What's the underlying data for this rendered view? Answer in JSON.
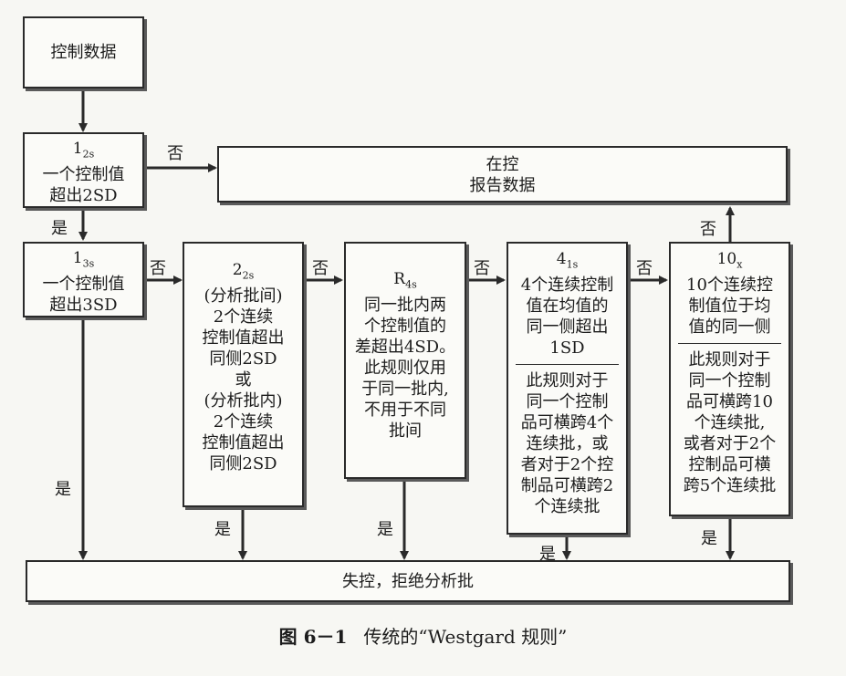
{
  "boxes": {
    "control_data": "控制数据",
    "rule_12s": {
      "code": "1",
      "sub": "2s",
      "lines": [
        "一个控制值",
        "超出2SD"
      ]
    },
    "in_control": [
      "在控",
      "报告数据"
    ],
    "rule_13s": {
      "code": "1",
      "sub": "3s",
      "lines": [
        "一个控制值",
        "超出3SD"
      ]
    },
    "rule_22s": {
      "code": "2",
      "sub": "2s",
      "lines": [
        "(分析批间)",
        "2个连续",
        "控制值超出",
        "同侧2SD",
        "或",
        "(分析批内)",
        "2个连续",
        "控制值超出",
        "同侧2SD"
      ]
    },
    "rule_r4s": {
      "code": "R",
      "sub": "4s",
      "lines": [
        "同一批内两",
        "个控制值的",
        "差超出4SD。",
        "此规则仅用",
        "于同一批内,",
        "不用于不同",
        "批间"
      ]
    },
    "rule_41s": {
      "code": "4",
      "sub": "1s",
      "lines": [
        "4个连续控制",
        "值在均值的",
        "同一侧超出",
        "1SD"
      ],
      "note": [
        "此规则对于",
        "同一个控制",
        "品可横跨4个",
        "连续批，或",
        "者对于2个控",
        "制品可横跨2",
        "个连续批"
      ]
    },
    "rule_10x": {
      "code": "10",
      "sub": "x",
      "lines": [
        "10个连续控",
        "制值位于均",
        "值的同一侧"
      ],
      "note": [
        "此规则对于",
        "同一个控制",
        "品可横跨10",
        "个连续批,",
        "或者对于2个",
        "控制品可横",
        "跨5个连续批"
      ]
    },
    "reject": "失控，拒绝分析批"
  },
  "labels": {
    "no": "否",
    "yes": "是"
  },
  "caption": {
    "figure": "图 6－1",
    "title": "传统的“Westgard 规则”"
  }
}
